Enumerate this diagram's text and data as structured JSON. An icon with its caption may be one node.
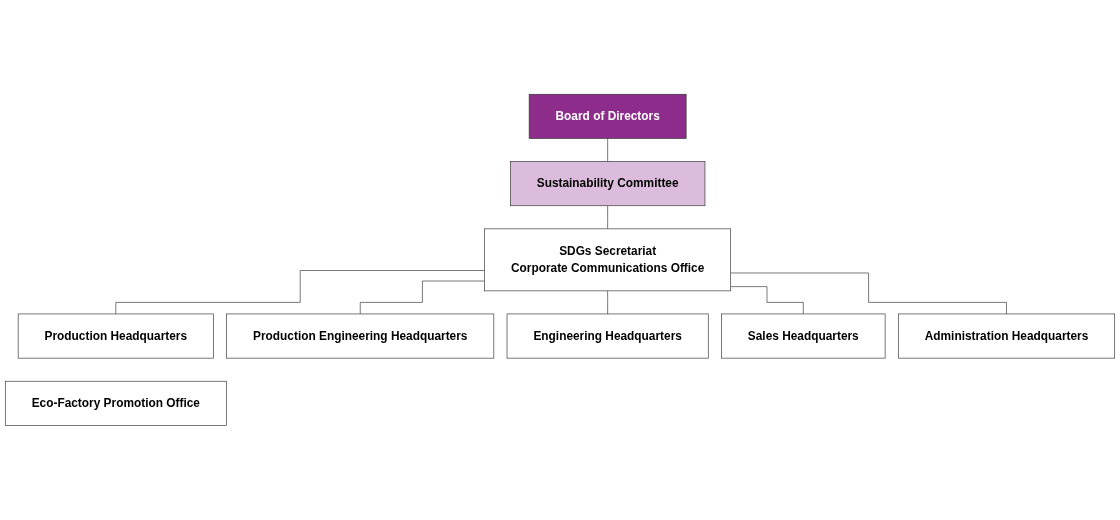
{
  "diagram": {
    "nodes": [
      {
        "text": [
          "Board of Directors"
        ]
      },
      {
        "text": [
          "Sustainability Committee"
        ]
      },
      {
        "text": [
          "SDGs Secretariat",
          "Corporate Communications Office"
        ]
      },
      {
        "text": [
          "Production Headquarters"
        ]
      },
      {
        "text": [
          "Production Engineering Headquarters"
        ]
      },
      {
        "text": [
          "Engineering Headquarters"
        ]
      },
      {
        "text": [
          "Sales Headquarters"
        ]
      },
      {
        "text": [
          "Administration Headquarters"
        ]
      },
      {
        "text": [
          "Eco-Factory Promotion Office"
        ]
      }
    ],
    "edges": [
      {
        "from": 0,
        "to": 1,
        "arrow": "none"
      },
      {
        "from": 1,
        "to": 2,
        "arrow": "none"
      },
      {
        "from": 2,
        "to": 3,
        "arrow": "none"
      },
      {
        "from": 2,
        "to": 4,
        "arrow": "none"
      },
      {
        "from": 2,
        "to": 5,
        "arrow": "none"
      },
      {
        "from": 2,
        "to": 6,
        "arrow": "none"
      },
      {
        "from": 2,
        "to": 7,
        "arrow": "none"
      }
    ]
  }
}
